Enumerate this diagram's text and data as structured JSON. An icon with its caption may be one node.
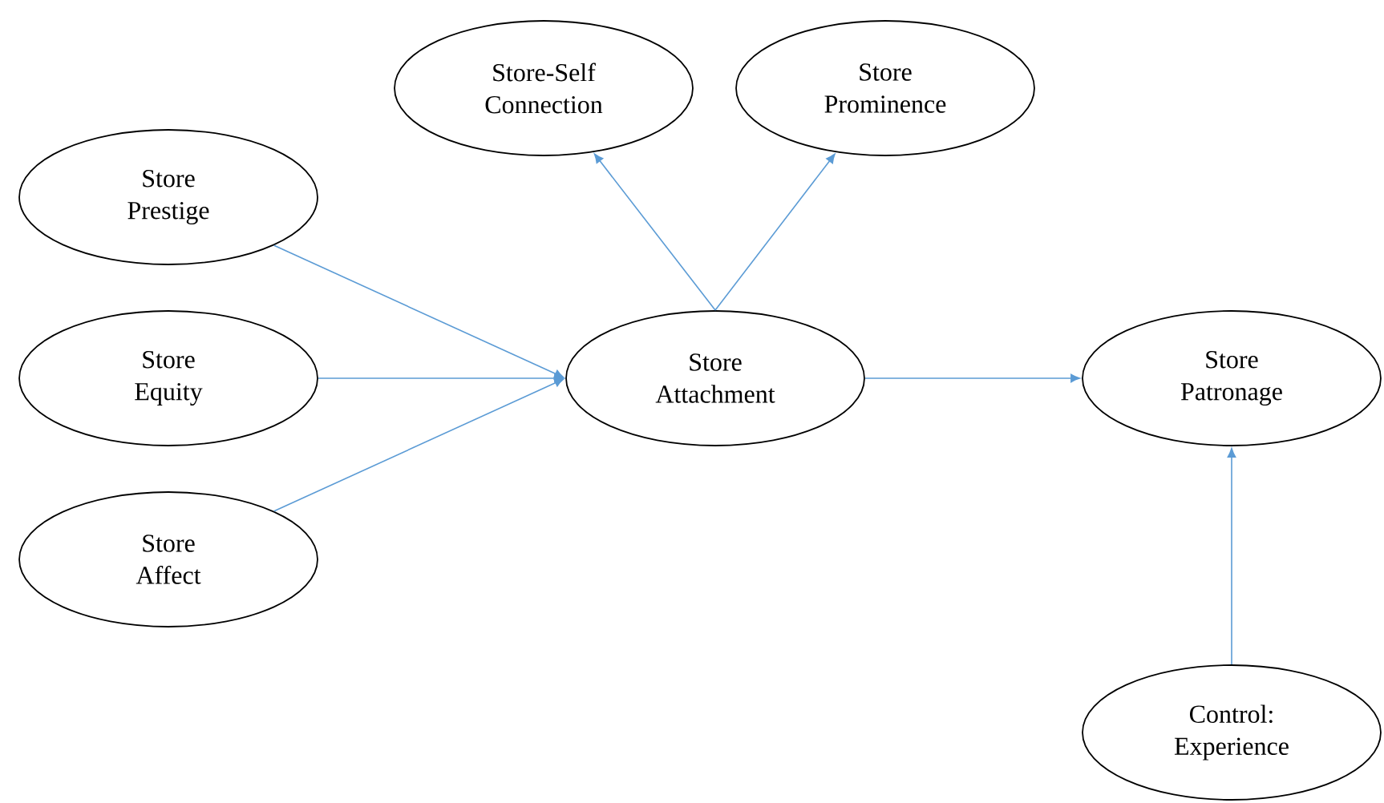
{
  "diagram": {
    "nodes": [
      {
        "text": [
          "Store-Self Connection"
        ]
      },
      {
        "text": [
          "Store Prominence"
        ]
      },
      {
        "text": [
          "Store Prestige"
        ]
      },
      {
        "text": [
          "Store Equity"
        ]
      },
      {
        "text": [
          "Store Attachment"
        ]
      },
      {
        "text": [
          "Store Patronage"
        ]
      },
      {
        "text": [
          "Store Affect"
        ]
      },
      {
        "text": [
          "Control: Experience"
        ]
      }
    ],
    "edges": [
      {
        "from": 2,
        "to": 4,
        "arrow": "to"
      },
      {
        "from": 3,
        "to": 4,
        "arrow": "to"
      },
      {
        "from": 6,
        "to": 4,
        "arrow": "to"
      },
      {
        "from": 4,
        "to": 0,
        "arrow": "to"
      },
      {
        "from": 4,
        "to": 1,
        "arrow": "to"
      },
      {
        "from": 4,
        "to": 5,
        "arrow": "to"
      },
      {
        "from": 7,
        "to": 5,
        "arrow": "to"
      }
    ]
  }
}
